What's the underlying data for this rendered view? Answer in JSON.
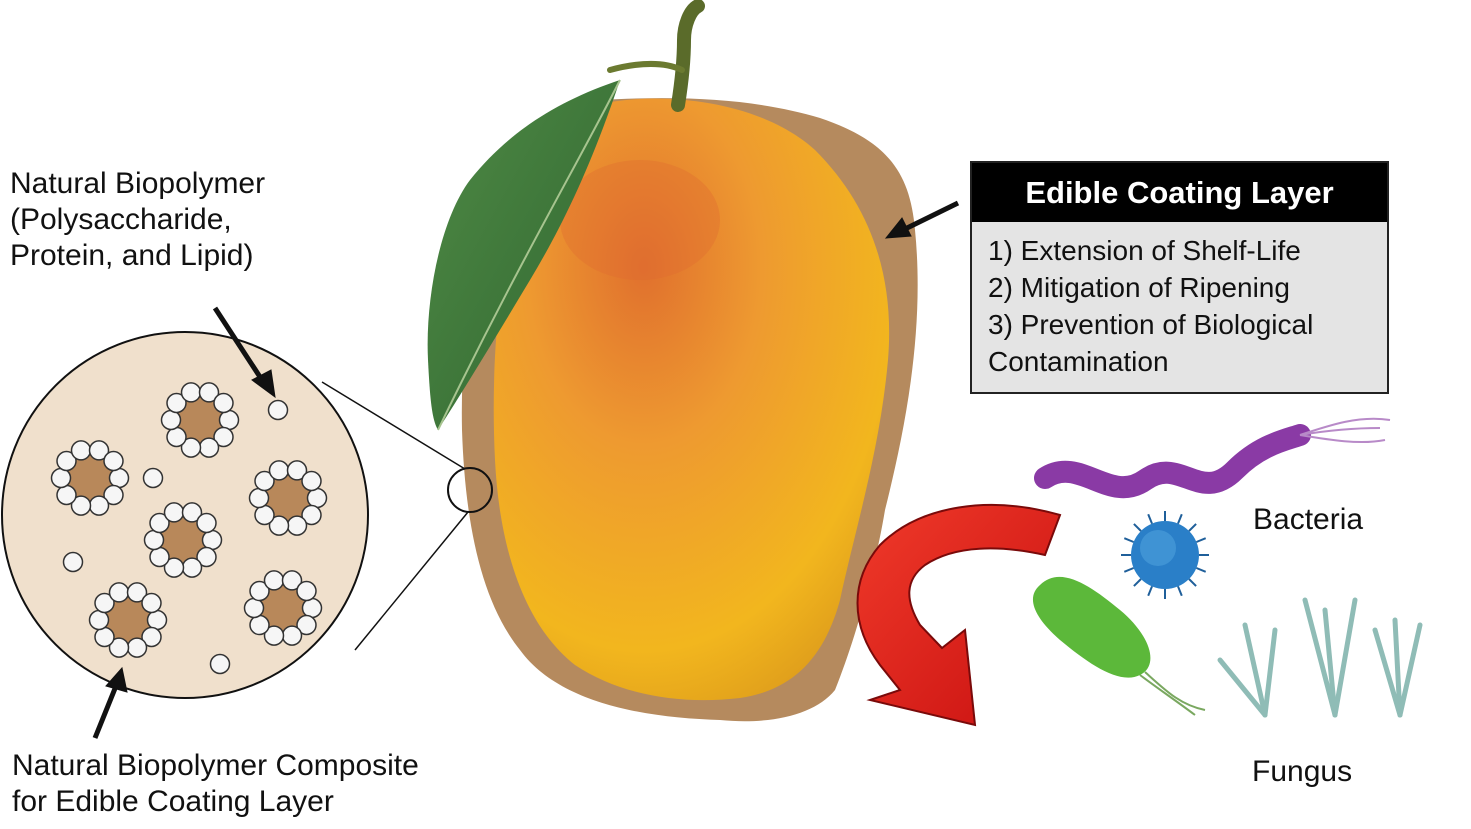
{
  "labels": {
    "biopolymer": [
      "Natural Biopolymer",
      "(Polysaccharide,",
      "Protein, and Lipid)"
    ],
    "composite": [
      "Natural Biopolymer Composite",
      "for Edible Coating Layer"
    ],
    "bacteria": "Bacteria",
    "fungus": "Fungus"
  },
  "coating_box": {
    "title": "Edible Coating Layer",
    "items": [
      "1) Extension of Shelf-Life",
      "2) Mitigation of Ripening",
      "3) Prevention of Biological",
      "Contamination"
    ]
  },
  "colors": {
    "coating": "#b58a5e",
    "circle_fill": "#f0e0cc",
    "core_fill": "#b8885a",
    "arrow_red": "#e41e1e",
    "mango_top": "#e4883a",
    "mango_bottom": "#f2b81c",
    "leaf": "#3d7a38",
    "bacteria_purple": "#9b3fb0",
    "bacteria_blue": "#2a7fc8",
    "bacteria_green": "#5cb83a",
    "fungus_teal": "#a6ccc8"
  }
}
